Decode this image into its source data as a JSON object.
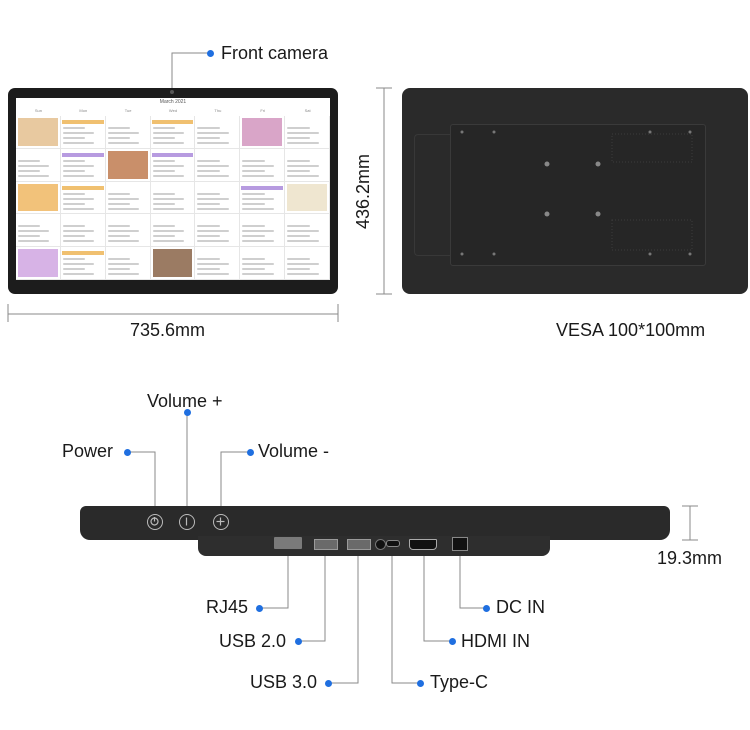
{
  "labels": {
    "front_camera": "Front camera",
    "width": "735.6mm",
    "height": "436.2mm",
    "vesa": "VESA 100*100mm",
    "volume_plus": "Volume +",
    "volume_minus": "Volume -",
    "power": "Power",
    "depth": "19.3mm",
    "rj45": "RJ45",
    "usb2": "USB 2.0",
    "usb3": "USB 3.0",
    "type_c": "Type-C",
    "hdmi_in": "HDMI IN",
    "dc_in": "DC IN"
  },
  "screen": {
    "calendar_title": "March 2021",
    "weekdays": [
      "Sun",
      "Mon",
      "Tue",
      "Wed",
      "Thu",
      "Fri",
      "Sat"
    ]
  },
  "colors": {
    "accent_dot": "#1f6fe0",
    "device_body": "#2a2a2a",
    "leader_line": "#8a8a8a"
  },
  "icons": {
    "power_button": "power-icon",
    "volume_up_button": "volume-up-icon",
    "volume_down_button": "volume-down-icon"
  }
}
